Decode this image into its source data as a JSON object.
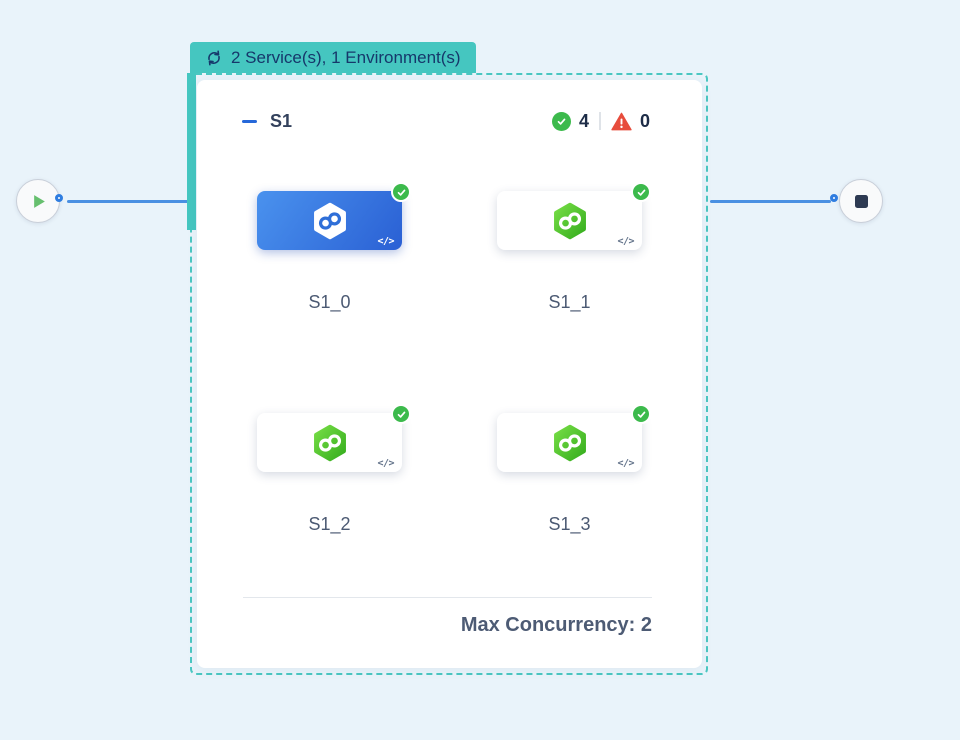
{
  "badge": {
    "label": "2 Service(s), 1 Environment(s)"
  },
  "group": {
    "title": "S1",
    "success_count": "4",
    "failure_count": "0",
    "max_concurrency": "Max Concurrency: 2",
    "nodes": [
      {
        "label": "S1_0",
        "selected": true,
        "status": "success"
      },
      {
        "label": "S1_1",
        "selected": false,
        "status": "success"
      },
      {
        "label": "S1_2",
        "selected": false,
        "status": "success"
      },
      {
        "label": "S1_3",
        "selected": false,
        "status": "success"
      }
    ]
  },
  "icons": {
    "code_glyph": "</>"
  },
  "colors": {
    "background": "#e9f3fa",
    "accent_teal": "#45c6c0",
    "edge_blue": "#4a90e2",
    "selected_blue_start": "#4a92ee",
    "selected_blue_end": "#2a60d4",
    "success_green": "#3cba4c",
    "error_red": "#e74c3c",
    "hex_green_light": "#76dd45",
    "hex_green_dark": "#35ad1e"
  }
}
